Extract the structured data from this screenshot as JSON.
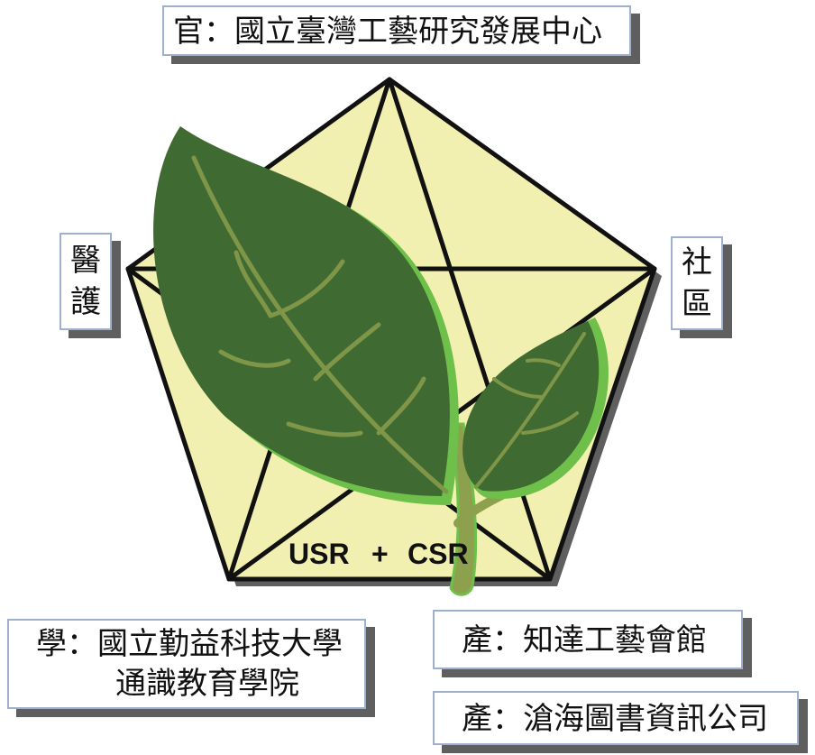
{
  "diagram": {
    "labels": {
      "government": "官：國立臺灣工藝研究發展中心",
      "medical": "醫護",
      "community": "社區",
      "academia_line1": "學：國立勤益科技大學",
      "academia_line2": "通識教育學院",
      "industry_1": "產：知達工藝會館",
      "industry_2": "產：滄海圖書資訊公司"
    },
    "center_label": {
      "usr": "USR",
      "plus": "+",
      "csr": "CSR"
    },
    "colors": {
      "pentagon_fill": "#f2f0b0",
      "line": "#111111",
      "shadow": "#5f5f5f",
      "leaf_dark": "#3f6a32",
      "leaf_edge": "#6fc04a",
      "stem": "#8ca04e",
      "box_border": "#9fb0cf"
    },
    "icons": [
      "leaf-icon"
    ]
  }
}
